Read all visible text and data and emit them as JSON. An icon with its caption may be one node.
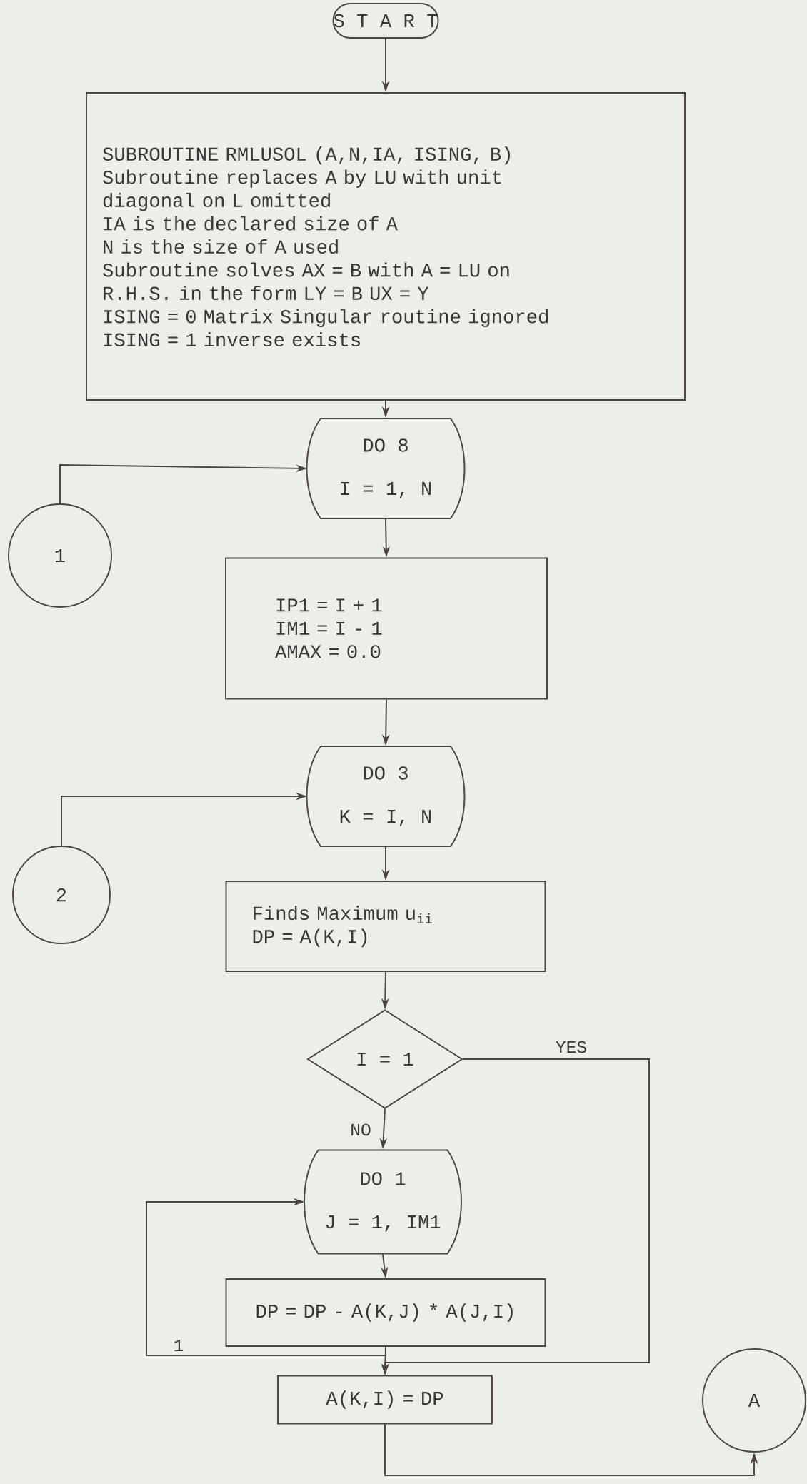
{
  "diagram": {
    "nodes": [
      {
        "text": [
          "S T A R T"
        ]
      },
      {
        "text": [
          "SUBROUTINE RMLUSOL (A,N,IA, ISING, B)",
          "Subroutine replaces A by LU with unit diagonal on L omitted",
          "IA is the declared size of A",
          "N is the size of A used",
          "Subroutine solves AX = B with A = LU on R.H.S. in the form LY = B UX = Y",
          "ISING = 0 Matrix Singular routine ignored",
          "ISING = 1 inverse exists"
        ]
      },
      {
        "text": [
          "DO 8",
          "I = 1, N"
        ]
      },
      {
        "text": [
          "1"
        ]
      },
      {
        "text": [
          "IP1 = I + 1",
          "IM1 = I - 1",
          "AMAX = 0.0"
        ]
      },
      {
        "text": [
          "DO 3",
          "K = I, N"
        ]
      },
      {
        "text": [
          "2"
        ]
      },
      {
        "text": [
          "Finds Maximum u$_{ii}$",
          "DP = A(K,I)"
        ]
      },
      {
        "text": [
          "I = 1"
        ]
      },
      {
        "text": [
          "DO 1",
          "J = 1, IM1"
        ]
      },
      {
        "text": [
          "DP = DP - A(K,J) * A(J,I)"
        ]
      },
      {
        "text": [
          "A(K,I) = DP"
        ]
      },
      {
        "text": [
          "A"
        ]
      }
    ],
    "edges": [
      {
        "from": 0,
        "to": 1,
        "arrow": "to"
      },
      {
        "from": 1,
        "to": 2,
        "arrow": "to"
      },
      {
        "from": 3,
        "to": 2,
        "arrow": "to"
      },
      {
        "from": 2,
        "to": 4,
        "arrow": "to"
      },
      {
        "from": 4,
        "to": 5,
        "arrow": "to"
      },
      {
        "from": 6,
        "to": 5,
        "arrow": "to"
      },
      {
        "from": 5,
        "to": 7,
        "arrow": "to"
      },
      {
        "from": 7,
        "to": 8,
        "arrow": "to"
      },
      {
        "from": 8,
        "to": 11,
        "arrow": "to",
        "label": "YES"
      },
      {
        "from": 8,
        "to": 9,
        "arrow": "to",
        "label": "NO"
      },
      {
        "from": 9,
        "to": 10,
        "arrow": "to"
      },
      {
        "from": 10,
        "to": 9,
        "arrow": "to",
        "label": "1"
      },
      {
        "from": 10,
        "to": 11,
        "arrow": "to"
      },
      {
        "from": 11,
        "to": 12,
        "arrow": "to"
      }
    ]
  }
}
